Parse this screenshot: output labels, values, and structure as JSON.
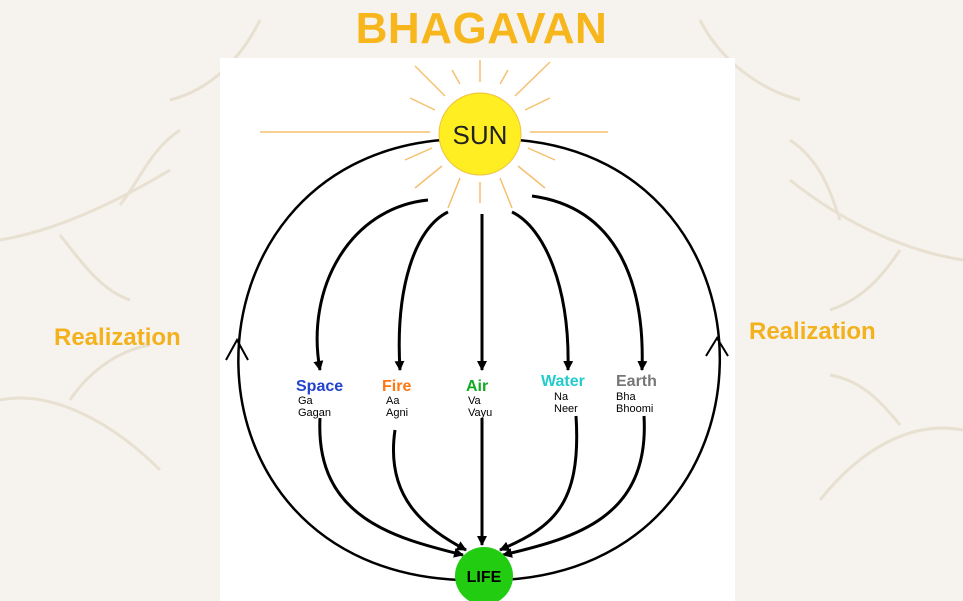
{
  "title": "BHAGAVAN",
  "realization_left": "Realization",
  "realization_right": "Realization",
  "sun": {
    "label": "SUN",
    "color": "#ffee22"
  },
  "life": {
    "label": "LIFE",
    "color": "#22cc11"
  },
  "elements": [
    {
      "name": "Space",
      "color": "#2244cc",
      "line1": "Ga",
      "line2": "Gagan"
    },
    {
      "name": "Fire",
      "color": "#ff7711",
      "line1": "Aa",
      "line2": "Agni"
    },
    {
      "name": "Air",
      "color": "#11aa22",
      "line1": "Va",
      "line2": "Vayu"
    },
    {
      "name": "Water",
      "color": "#22cccc",
      "line1": "Na",
      "line2": "Neer"
    },
    {
      "name": "Earth",
      "color": "#777777",
      "line1": "Bha",
      "line2": "Bhoomi"
    }
  ],
  "colors": {
    "title": "#f6b61c",
    "realization": "#f3b11d",
    "rays": "#f5c070"
  }
}
